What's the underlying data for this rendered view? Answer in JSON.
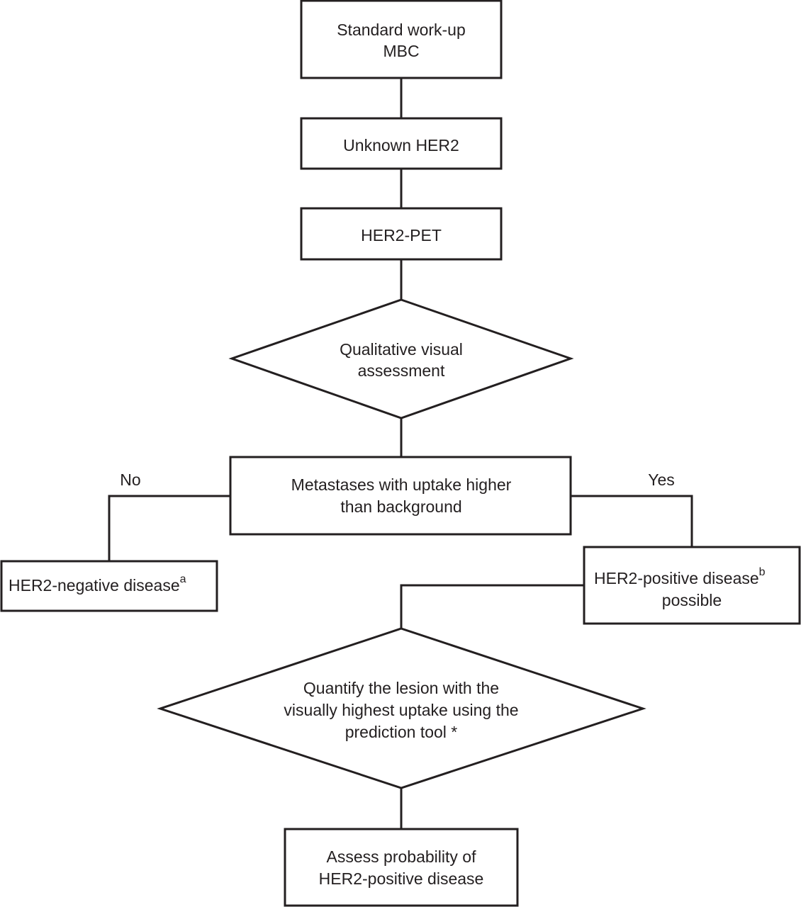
{
  "nodes": {
    "standard_workup": {
      "line1": "Standard work-up",
      "line2": "MBC"
    },
    "unknown_her2": {
      "label": "Unknown HER2"
    },
    "her2_pet": {
      "label": "HER2-PET"
    },
    "visual_assessment": {
      "line1": "Qualitative visual",
      "line2": "assessment"
    },
    "metastases_uptake": {
      "line1": "Metastases with uptake higher",
      "line2": "than background"
    },
    "her2_negative": {
      "label": "HER2-negative disease",
      "sup": "a"
    },
    "her2_positive": {
      "line1": "HER2-positive disease",
      "sup": "b",
      "line2": "possible"
    },
    "quantify_lesion": {
      "line1": "Quantify the lesion with the",
      "line2": "visually highest uptake using the",
      "line3": "prediction tool *"
    },
    "assess_probability": {
      "line1": "Assess probability of",
      "line2": "HER2-positive disease"
    }
  },
  "edges": {
    "no_label": "No",
    "yes_label": "Yes"
  }
}
